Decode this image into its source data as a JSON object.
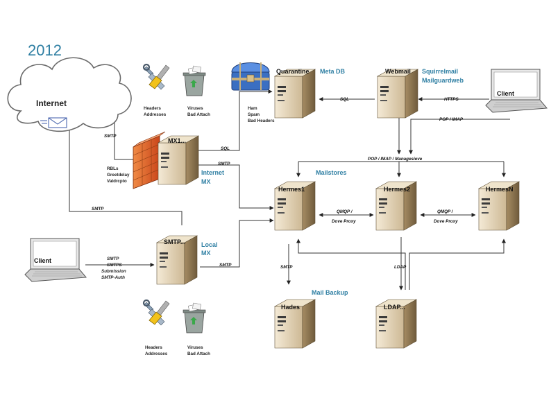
{
  "year": "2012",
  "nodes": {
    "internet": "Internet",
    "client_top": "Client",
    "client_bottom": "Client",
    "mx1": "MX1...",
    "smtp": "SMTP...",
    "quarantine": "Quarantine",
    "webmail": "Webmail",
    "hermes1": "Hermes1",
    "hermes2": "Hermes2",
    "hermesN": "HermesN",
    "hades": "Hades",
    "ldap": "LDAP..."
  },
  "group_labels": {
    "meta_db": "Meta DB",
    "squirrelmail": "Squirrelmail",
    "mailguardweb": "Mailguardweb",
    "internet_mx_1": "Internet",
    "internet_mx_2": "MX",
    "local_mx_1": "Local",
    "local_mx_2": "MX",
    "mailstores": "Mailstores",
    "mail_backup": "Mail Backup"
  },
  "tool_captions": {
    "top_tools_1": "Headers",
    "top_tools_2": "Addresses",
    "top_bin_1": "Viruses",
    "top_bin_2": "Bad Attach",
    "bottom_tools_1": "Headers",
    "bottom_tools_2": "Addresses",
    "bottom_bin_1": "Viruses",
    "bottom_bin_2": "Bad Attach"
  },
  "notes": {
    "ham_1": "Ham",
    "ham_2": "Spam",
    "ham_3": "Bad Headers",
    "rbl_1": "RBLs",
    "rbl_2": "Greetdelay",
    "rbl_3": "Valdrcpto",
    "client_1": "SMTP",
    "client_2": "SMTPS",
    "client_3": "Submission",
    "client_4": "SMTP-Auth"
  },
  "edge_labels": {
    "smtp_internet_mx": "SMTP",
    "sql_mx": "SQL",
    "smtp_mx": "SMTP",
    "smtp_local_internet": "SMTP",
    "smtp_local": "SMTP",
    "sql_webmail": "SQL",
    "https": "HTTPS",
    "pop_imap_client": "POP / IMAP",
    "pop_imap_manage": "POP / IMAP / Managesieve",
    "qmqp_1a": "QMQP /",
    "qmqp_1b": "Dove Proxy",
    "qmqp_2a": "QMQP /",
    "qmqp_2b": "Dove Proxy",
    "smtp_hades": "SMTP",
    "ldap": "LDAP"
  },
  "colors": {
    "accent_blue": "#2f7fa3",
    "server_body": "#d9c7a3",
    "server_shadow": "#8c7652",
    "firewall": "#e0662b",
    "cloud": "#ffffff"
  }
}
